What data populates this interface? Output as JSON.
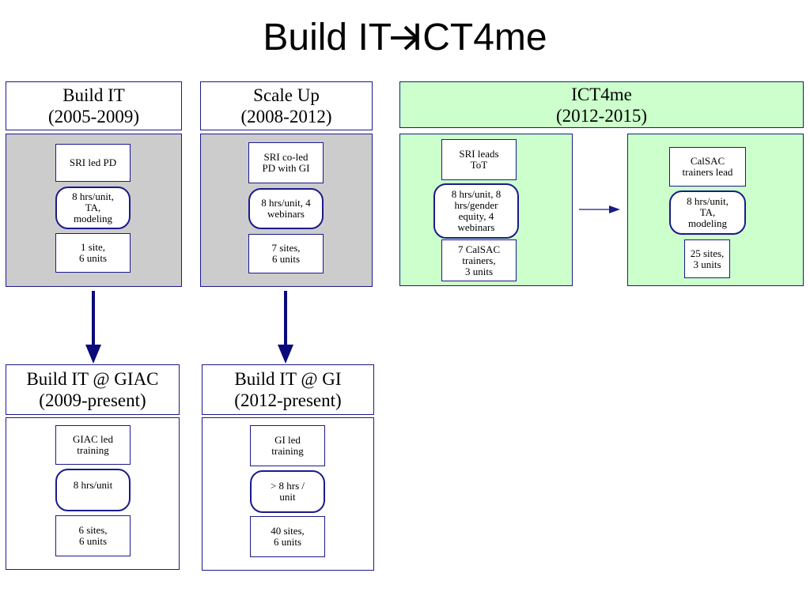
{
  "title": "Build IT  ICT4me",
  "title_arrow_icon": "arrow-right-icon",
  "build_it": {
    "name": "Build IT",
    "years": "(2005-2009)",
    "box1": "SRI led PD",
    "box2": "8 hrs/unit,\nTA,\nmodeling",
    "box3": "1 site,\n6 units"
  },
  "scale_up": {
    "name": "Scale Up",
    "years": "(2008-2012)",
    "box1": "SRI co-led\nPD with GI",
    "box2": "8 hrs/unit, 4\nwebinars",
    "box3": "7 sites,\n6 units"
  },
  "ict4me": {
    "name": "ICT4me",
    "years": "(2012-2015)",
    "left": {
      "box1": "SRI leads\nToT",
      "box2": "8 hrs/unit, 8\nhrs/gender\nequity, 4\nwebinars",
      "box3": "7 CalSAC\ntrainers,\n3 units"
    },
    "right": {
      "box1": "CalSAC\ntrainers lead",
      "box2": "8 hrs/unit,\nTA,\nmodeling",
      "box3": "25 sites,\n3 units"
    }
  },
  "giac": {
    "name": "Build IT @ GIAC",
    "years": "(2009-present)",
    "box1": "GIAC led\ntraining",
    "box2": "8 hrs/unit",
    "box3": "6 sites,\n6 units"
  },
  "gi": {
    "name": "Build IT @ GI",
    "years": "(2012-present)",
    "box1": "GI led\ntraining",
    "box2": "> 8 hrs /\nunit",
    "box3": "40 sites,\n6 units"
  },
  "colors": {
    "border": "#1a1a8c",
    "arrow": "#0a0a7a",
    "gray_panel": "#cccccc",
    "green_panel": "#ccffcc"
  }
}
